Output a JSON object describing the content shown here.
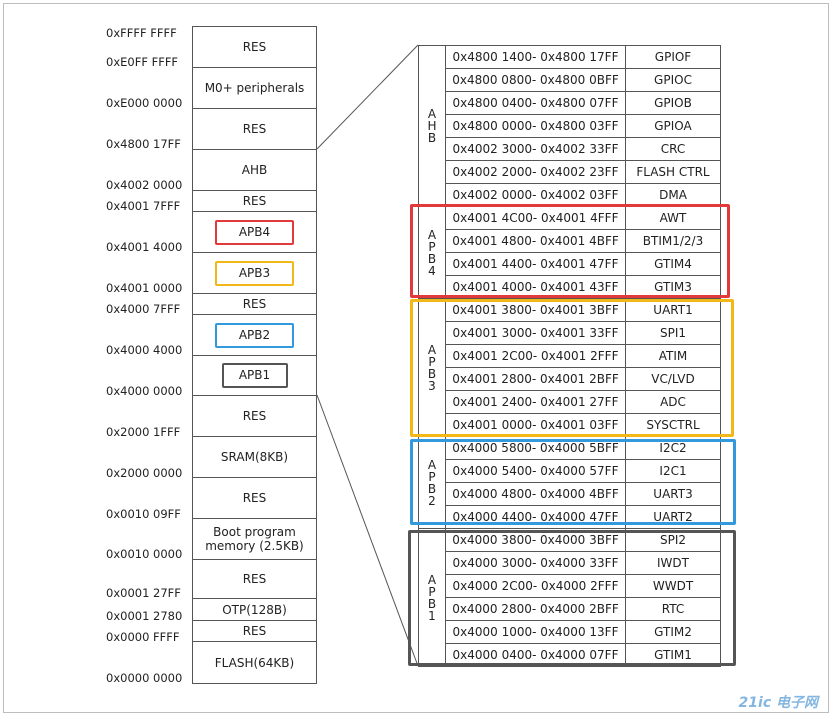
{
  "colors": {
    "apb4": "#e23a3a",
    "apb3": "#f2b818",
    "apb2": "#3399dd",
    "apb1": "#555555",
    "line": "#555555"
  },
  "memory_map": {
    "addresses": [
      "0xFFFF FFFF",
      "0xE0FF FFFF",
      "0xE000 0000",
      "0x4800 17FF",
      "0x4002 0000",
      "0x4001 7FFF",
      "0x4001 4000",
      "0x4001 0000",
      "0x4000 7FFF",
      "0x4000 4000",
      "0x4000 0000",
      "0x2000 1FFF",
      "0x2000 0000",
      "0x0010 09FF",
      "0x0010 0000",
      "0x0001 27FF",
      "0x0001 2780",
      "0x0000 FFFF",
      "0x0000 0000"
    ],
    "regions": [
      {
        "label": "RES"
      },
      {
        "label": "M0+ peripherals"
      },
      {
        "label": "RES"
      },
      {
        "label": "AHB"
      },
      {
        "label": "RES"
      },
      {
        "label": "APB4"
      },
      {
        "label": "APB3"
      },
      {
        "label": "RES"
      },
      {
        "label": "APB2"
      },
      {
        "label": "APB1"
      },
      {
        "label": "RES"
      },
      {
        "label": "SRAM(8KB)"
      },
      {
        "label": "RES"
      },
      {
        "label": "Boot program memory (2.5KB)"
      },
      {
        "label": "RES"
      },
      {
        "label": "OTP(128B)"
      },
      {
        "label": "RES"
      },
      {
        "label": "FLASH(64KB)"
      }
    ]
  },
  "peripherals": {
    "groups": [
      {
        "letters": [
          "A",
          "H",
          "B"
        ],
        "rows": [
          {
            "range": "0x4800 1400- 0x4800 17FF",
            "name": "GPIOF"
          },
          {
            "range": "0x4800 0800- 0x4800 0BFF",
            "name": "GPIOC"
          },
          {
            "range": "0x4800 0400- 0x4800 07FF",
            "name": "GPIOB"
          },
          {
            "range": "0x4800 0000- 0x4800 03FF",
            "name": "GPIOA"
          },
          {
            "range": "0x4002 3000- 0x4002 33FF",
            "name": "CRC"
          },
          {
            "range": "0x4002 2000- 0x4002 23FF",
            "name": "FLASH CTRL"
          },
          {
            "range": "0x4002 0000- 0x4002 03FF",
            "name": "DMA"
          }
        ]
      },
      {
        "letters": [
          "A",
          "P",
          "B",
          "4"
        ],
        "rows": [
          {
            "range": "0x4001 4C00- 0x4001 4FFF",
            "name": "AWT"
          },
          {
            "range": "0x4001 4800- 0x4001 4BFF",
            "name": "BTIM1/2/3"
          },
          {
            "range": "0x4001 4400- 0x4001 47FF",
            "name": "GTIM4"
          },
          {
            "range": "0x4001 4000- 0x4001 43FF",
            "name": "GTIM3"
          }
        ]
      },
      {
        "letters": [
          "A",
          "P",
          "B",
          "3"
        ],
        "rows": [
          {
            "range": "0x4001 3800- 0x4001 3BFF",
            "name": "UART1"
          },
          {
            "range": "0x4001 3000- 0x4001 33FF",
            "name": "SPI1"
          },
          {
            "range": "0x4001 2C00- 0x4001 2FFF",
            "name": "ATIM"
          },
          {
            "range": "0x4001 2800- 0x4001 2BFF",
            "name": "VC/LVD"
          },
          {
            "range": "0x4001 2400- 0x4001 27FF",
            "name": "ADC"
          },
          {
            "range": "0x4001 0000- 0x4001 03FF",
            "name": "SYSCTRL"
          }
        ]
      },
      {
        "letters": [
          "A",
          "P",
          "B",
          "2"
        ],
        "rows": [
          {
            "range": "0x4000 5800- 0x4000 5BFF",
            "name": "I2C2"
          },
          {
            "range": "0x4000 5400- 0x4000 57FF",
            "name": "I2C1"
          },
          {
            "range": "0x4000 4800- 0x4000 4BFF",
            "name": "UART3"
          },
          {
            "range": "0x4000 4400- 0x4000 47FF",
            "name": "UART2"
          }
        ]
      },
      {
        "letters": [
          "A",
          "P",
          "B",
          "1"
        ],
        "rows": [
          {
            "range": "0x4000 3800- 0x4000 3BFF",
            "name": "SPI2"
          },
          {
            "range": "0x4000 3000- 0x4000 33FF",
            "name": "IWDT"
          },
          {
            "range": "0x4000 2C00- 0x4000 2FFF",
            "name": "WWDT"
          },
          {
            "range": "0x4000 2800- 0x4000 2BFF",
            "name": "RTC"
          },
          {
            "range": "0x4000 1000- 0x4000 13FF",
            "name": "GTIM2"
          },
          {
            "range": "0x4000 0400- 0x4000 07FF",
            "name": "GTIM1"
          }
        ]
      }
    ]
  },
  "watermark": "21ic 电子网"
}
